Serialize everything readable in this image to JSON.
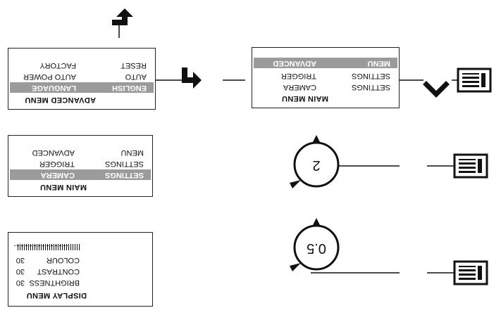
{
  "display_menu": {
    "title": "DISPLAY MENU",
    "rows": [
      {
        "label": "BRIGHTNESS",
        "value": "30"
      },
      {
        "label": "CONTRAST",
        "value": "30"
      },
      {
        "label": "COLOUR",
        "value": "30"
      }
    ]
  },
  "knob_display": {
    "value": "0.5"
  },
  "main_menu_1": {
    "title": "MAIN MENU",
    "rows": [
      {
        "left": "CAMERA",
        "right": "SETTINGS"
      },
      {
        "left": "TRIGGER",
        "right": "SETTINGS"
      },
      {
        "left": "ADVANCED",
        "right": "MENU"
      }
    ]
  },
  "knob_menu": {
    "value": "2"
  },
  "main_menu_2": {
    "title": "MAIN MENU",
    "rows": [
      {
        "left": "CAMERA",
        "right": "SETTINGS"
      },
      {
        "left": "TRIGGER",
        "right": "SETTINGS"
      },
      {
        "left": "ADVANCED",
        "right": "MENU"
      }
    ]
  },
  "advanced_menu": {
    "title": "ADVANCED MENU",
    "rows": [
      {
        "left": "LANGUAGE",
        "right": "ENGLISH"
      },
      {
        "left": "AUTO POWER",
        "right": "AUTO"
      },
      {
        "left": "FACTORY",
        "right": "RESET"
      }
    ]
  },
  "colors": {
    "line": "#111111",
    "highlight": "#9b9b9b",
    "highlight_text": "#ffffff"
  },
  "icons": [
    "menu-button-icon",
    "rotary-knob-icon",
    "up-arrow-icon",
    "turn-right-arrow-icon"
  ]
}
